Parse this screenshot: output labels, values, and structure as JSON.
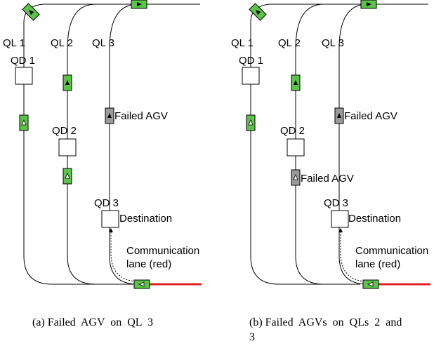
{
  "colors": {
    "track": "#000000",
    "agv_active": "#5cc24a",
    "agv_failed": "#9a9a9a",
    "comm_lane": "#e02020",
    "agv_border": "#000000"
  },
  "icons": {
    "agv": "agv-icon",
    "arrow": "triangle-arrow-icon",
    "queue_box": "square-box-icon",
    "comm_path": "dotted-arrow-icon"
  },
  "panels": [
    {
      "lane_labels": [
        "QL 1",
        "QL 2",
        "QL 3"
      ],
      "queue_labels": [
        "QD 1",
        "QD 2",
        "QD 3"
      ],
      "failed_labels": [
        "Failed AGV"
      ],
      "destination_label": "Destination",
      "comm_label_line1": "Communication",
      "comm_label_line2": "lane (red)",
      "caption": "(a) Failed  AGV  on  QL  3"
    },
    {
      "lane_labels": [
        "QL 1",
        "QL 2",
        "QL 3"
      ],
      "queue_labels": [
        "QD 1",
        "QD 2",
        "QD 3"
      ],
      "failed_labels": [
        "Failed AGV",
        "Failed AGV"
      ],
      "destination_label": "Destination",
      "comm_label_line1": "Communication",
      "comm_label_line2": "lane (red)",
      "caption_line1": "(b) Failed  AGVs  on  QLs  2  and",
      "caption_line2": "3"
    }
  ]
}
